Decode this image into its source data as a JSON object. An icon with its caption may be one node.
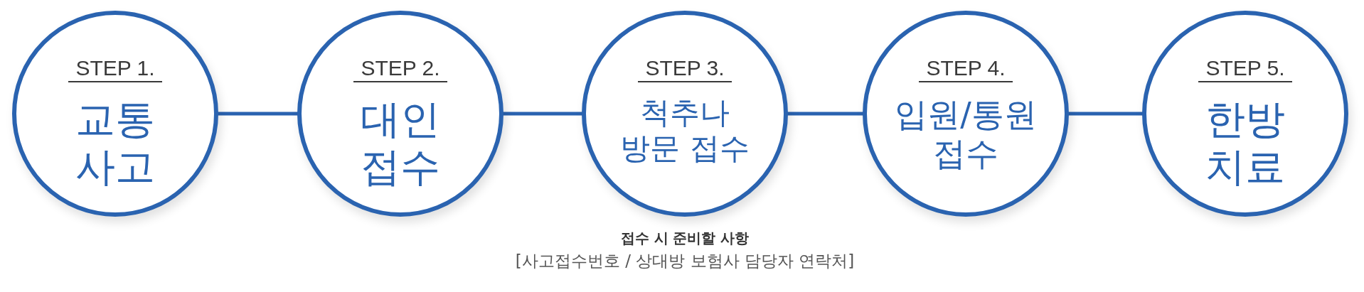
{
  "diagram": {
    "nodes": [
      {
        "text": [
          "STEP 1.",
          "교통 사고"
        ]
      },
      {
        "text": [
          "STEP 2.",
          "대인 접수"
        ]
      },
      {
        "text": [
          "STEP 3.",
          "척추나 방문 접수"
        ],
        "beside": [
          "접수 시 준비할 사항",
          "[사고접수번호 / 상대방 보험사 담당자 연락처]"
        ]
      },
      {
        "text": [
          "STEP 4.",
          "입원/통원 접수"
        ]
      },
      {
        "text": [
          "STEP 5.",
          "한방 치료"
        ]
      }
    ],
    "edges": [
      {
        "from": 0,
        "to": 1,
        "arrow": "none"
      },
      {
        "from": 1,
        "to": 2,
        "arrow": "none"
      },
      {
        "from": 2,
        "to": 3,
        "arrow": "none"
      },
      {
        "from": 3,
        "to": 4,
        "arrow": "none"
      }
    ]
  }
}
